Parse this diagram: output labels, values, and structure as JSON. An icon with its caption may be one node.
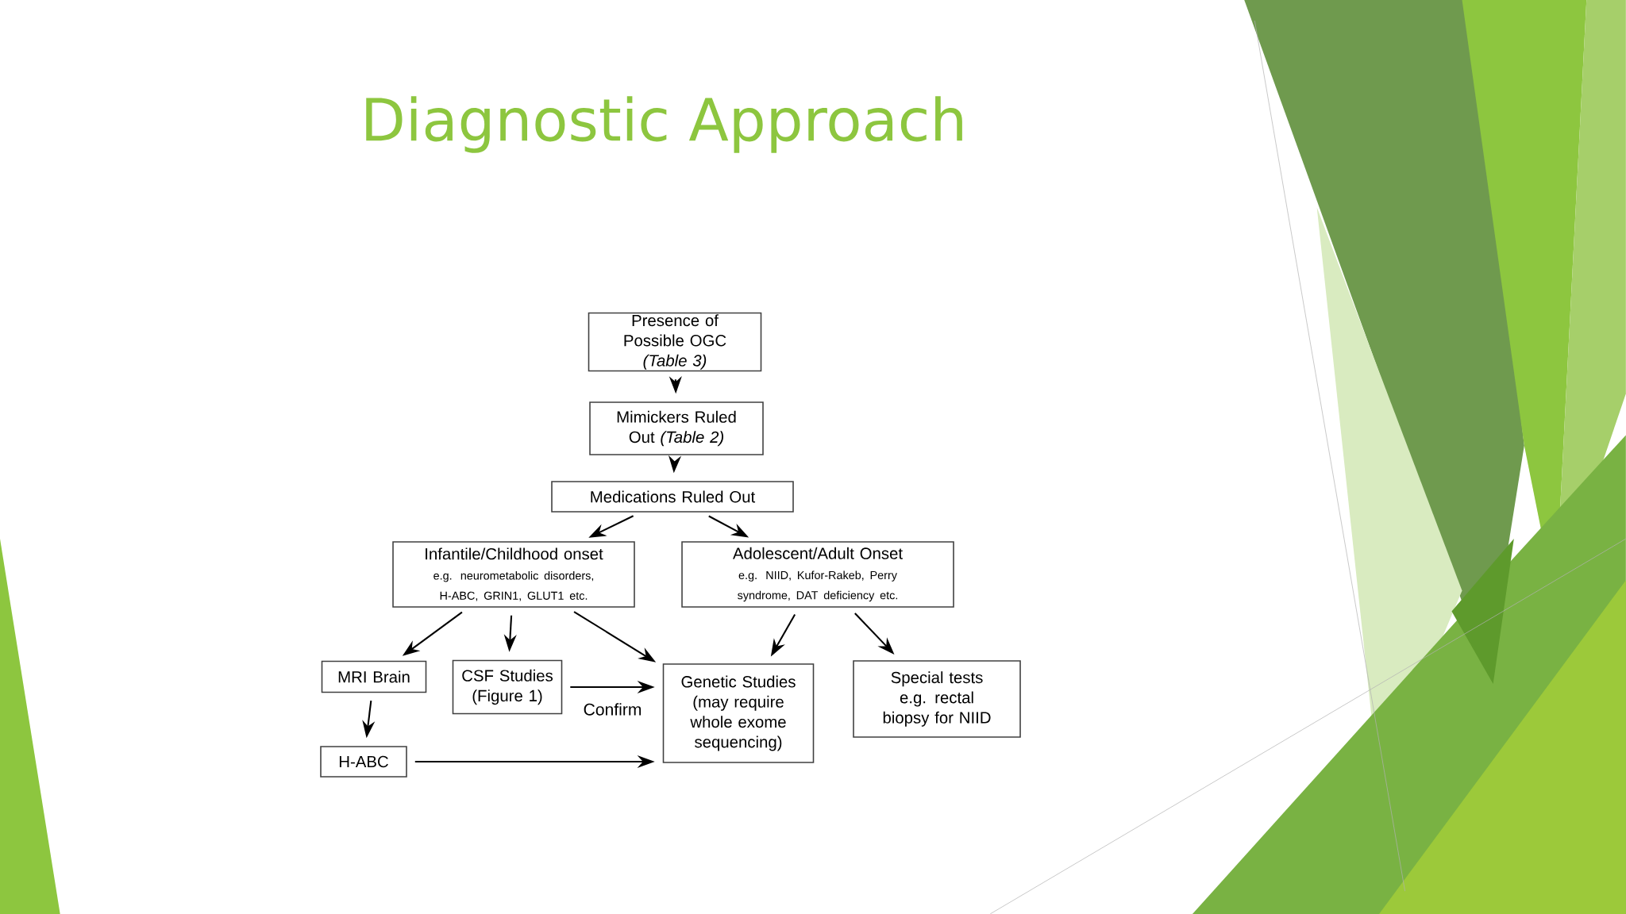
{
  "diagram": {
    "title": "Diagnostic Approach",
    "nodes": [
      {
        "text": [
          "Presence of Possible OGC *(Table 3)*"
        ]
      },
      {
        "text": [
          "Mimickers Ruled Out *(Table 2)*"
        ]
      },
      {
        "text": [
          "Medications Ruled Out"
        ]
      },
      {
        "text": [
          "Infantile/Childhood onset",
          "e.g. neurometabolic disorders, H-ABC, GRIN1, GLUT1 etc."
        ]
      },
      {
        "text": [
          "Adolescent/Adult Onset",
          "e.g. NIID, Kufor-Rakeb, Perry syndrome, DAT deficiency etc."
        ]
      },
      {
        "text": [
          "MRI Brain"
        ]
      },
      {
        "text": [
          "CSF Studies (Figure 1)"
        ]
      },
      {
        "text": [
          "Genetic Studies (may require whole exome sequencing)"
        ]
      },
      {
        "text": [
          "Special tests e.g. rectal biopsy for NIID"
        ]
      },
      {
        "text": [
          "H-ABC"
        ]
      }
    ],
    "edges": [
      {
        "from": 0,
        "to": 1,
        "arrow": "to"
      },
      {
        "from": 1,
        "to": 2,
        "arrow": "to"
      },
      {
        "from": 2,
        "to": 3,
        "arrow": "to"
      },
      {
        "from": 2,
        "to": 4,
        "arrow": "to"
      },
      {
        "from": 3,
        "to": 5,
        "arrow": "to"
      },
      {
        "from": 3,
        "to": 6,
        "arrow": "to"
      },
      {
        "from": 3,
        "to": 7,
        "arrow": "to"
      },
      {
        "from": 4,
        "to": 7,
        "arrow": "to"
      },
      {
        "from": 4,
        "to": 8,
        "arrow": "to"
      },
      {
        "from": 5,
        "to": 9,
        "arrow": "to"
      },
      {
        "from": 6,
        "to": 7,
        "arrow": "to",
        "label": "Confirm"
      },
      {
        "from": 9,
        "to": 7,
        "arrow": "to"
      }
    ]
  }
}
